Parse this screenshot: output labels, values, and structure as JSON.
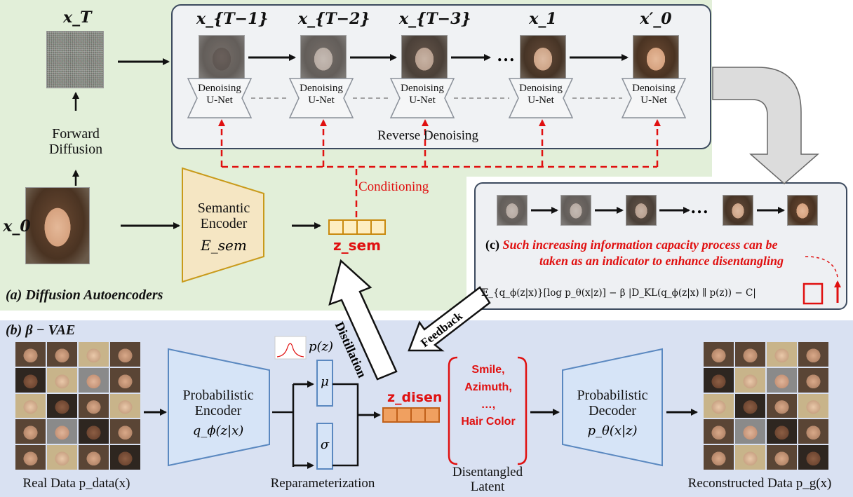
{
  "panel_a": {
    "title": "(a) Diffusion Autoencoders",
    "xT": "𝒙_T",
    "x0": "𝒙_0",
    "forward_label": "Forward\nDiffusion",
    "reverse_label": "Reverse Denoising",
    "steps": [
      "𝒙_{T−1}",
      "𝒙_{T−2}",
      "𝒙_{T−3}",
      "𝒙_1",
      "𝒙′_0"
    ],
    "ellipsis": "…",
    "unet_label": "Denoising\nU-Net",
    "encoder_label": "Semantic\nEncoder",
    "encoder_symbol": "E_sem",
    "conditioning": "Conditioning",
    "z_sem": "z_sem"
  },
  "panel_b": {
    "title": "(b) β − VAE",
    "real_data": "Real Data p_data(x)",
    "encoder_label": "Probabilistic\nEncoder",
    "encoder_symbol": "q_ϕ(z|x)",
    "prior": "p(z)",
    "mu": "μ",
    "sigma": "σ",
    "reparam": "Reparameterization",
    "z_disen": "z_disen",
    "factors": [
      "Smile,",
      "Azimuth,",
      "…,",
      "Hair Color"
    ],
    "disentangled": "Disentangled\nLatent",
    "decoder_label": "Probabilistic\nDecoder",
    "decoder_symbol": "p_θ(x|z)",
    "reconstructed": "Reconstructed Data p_g(x)"
  },
  "panel_c": {
    "label": "(c)",
    "text_line1": "Such increasing information capacity process can be",
    "text_line2": "taken as an indicator to enhance disentangling",
    "formula": "𝔼_{q_ϕ(z|x)}[log p_θ(x|z)] − β |D_KL(q_ϕ(z|x) ∥ p(z)) − C|",
    "ellipsis": "…"
  },
  "arrows": {
    "distillation": "Distillation",
    "feedback": "Feedback"
  },
  "colors": {
    "panel_green": "#e2efd9",
    "panel_blue": "#d9e1f2",
    "encoder_gold": "#f5e6c3",
    "vae_blue": "#d6e4f7",
    "latent_orange": "#f0a060",
    "accent_red": "#e01010"
  }
}
